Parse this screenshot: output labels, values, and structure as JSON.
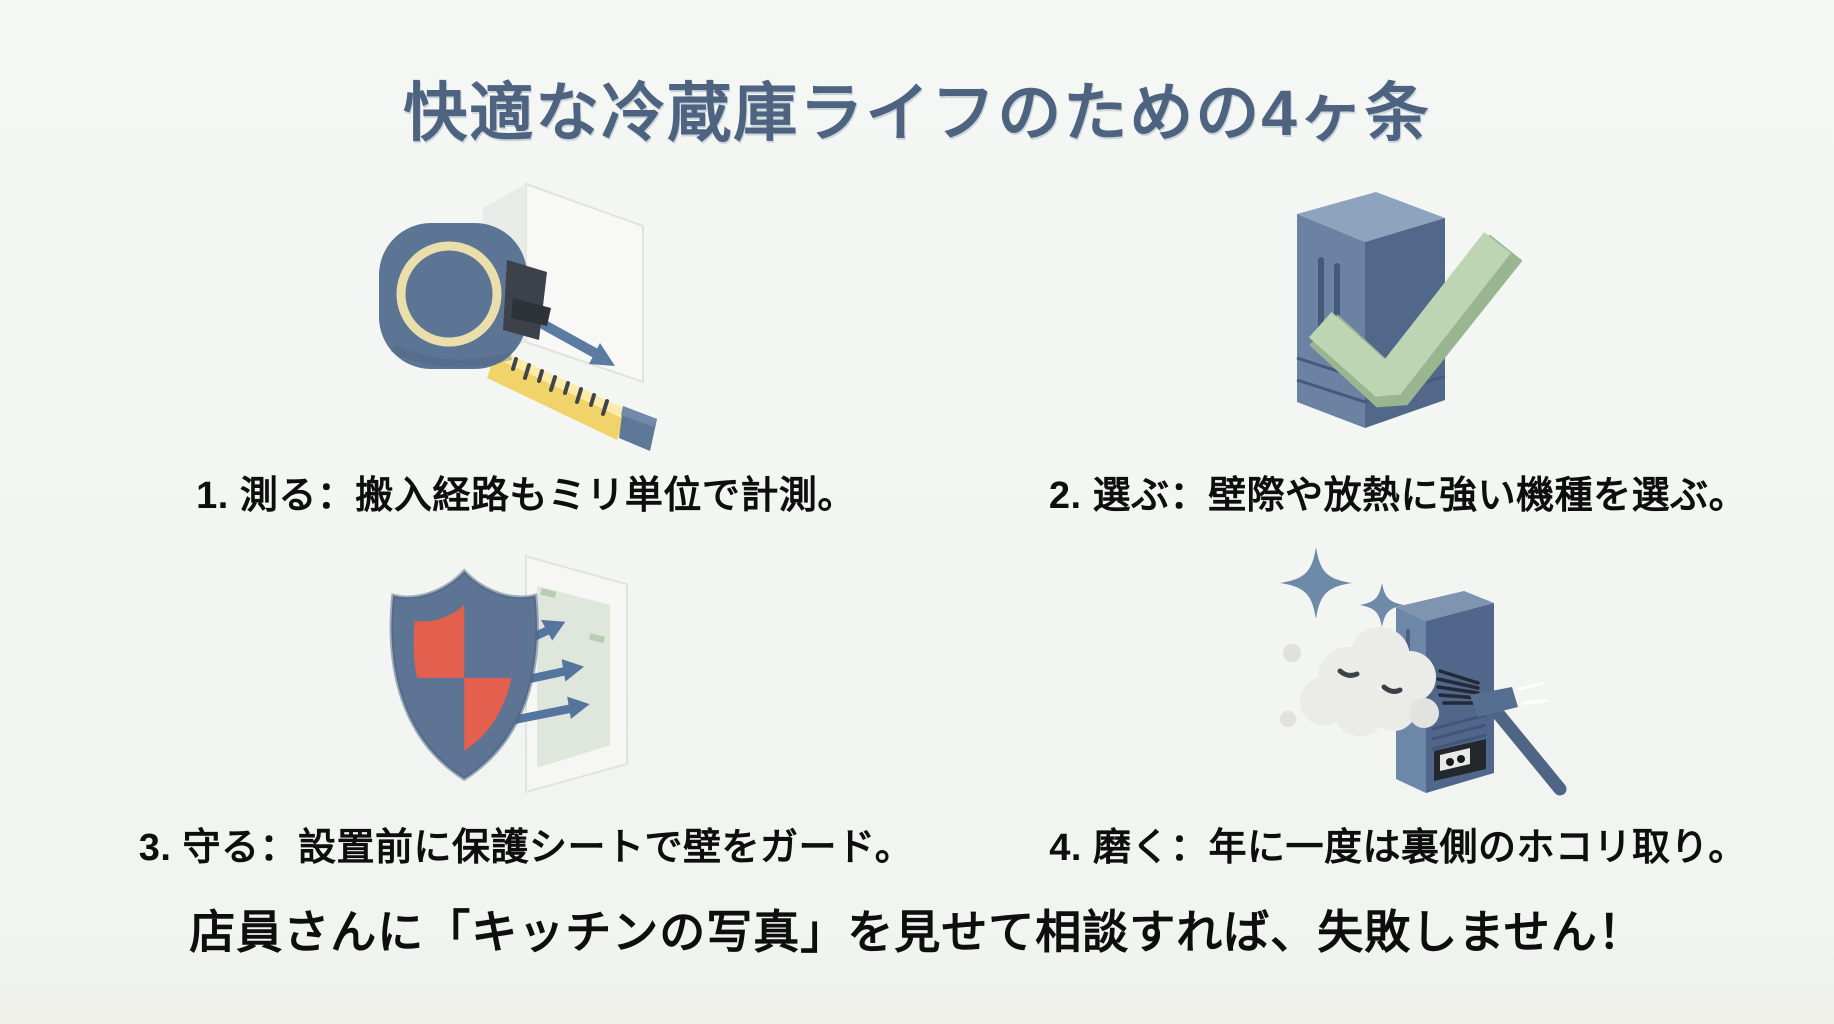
{
  "slide": {
    "title": {
      "text": "快適な冷蔵庫ライフのための4ヶ条",
      "color": "#4d6380"
    },
    "items": [
      {
        "caption": "1. 測る：搬入経路もミリ単位で計測。",
        "icon": "tape-measure-wall-icon"
      },
      {
        "caption": "2. 選ぶ：壁際や放熱に強い機種を選ぶ。",
        "icon": "fridge-checkmark-icon"
      },
      {
        "caption": "3. 守る：設置前に保護シートで壁をガード。",
        "icon": "shield-wall-protect-icon"
      },
      {
        "caption": "4. 磨く：年に一度は裏側のホコリ取り。",
        "icon": "fridge-dust-clean-icon"
      }
    ],
    "footer": {
      "text": "店員さんに「キッチンの写真」を見せて相談すれば、失敗しません！"
    },
    "colors": {
      "background": "#f2f4f2",
      "title_blue": "#4d6380",
      "caption_black": "#0e0e0e",
      "icon_slate_blue": "#5d7595",
      "tape_yellow": "#f1d469",
      "check_green": "#bdd5b2",
      "shield_red": "#e2604d",
      "sparkle_blue": "#6d8aa9"
    }
  }
}
